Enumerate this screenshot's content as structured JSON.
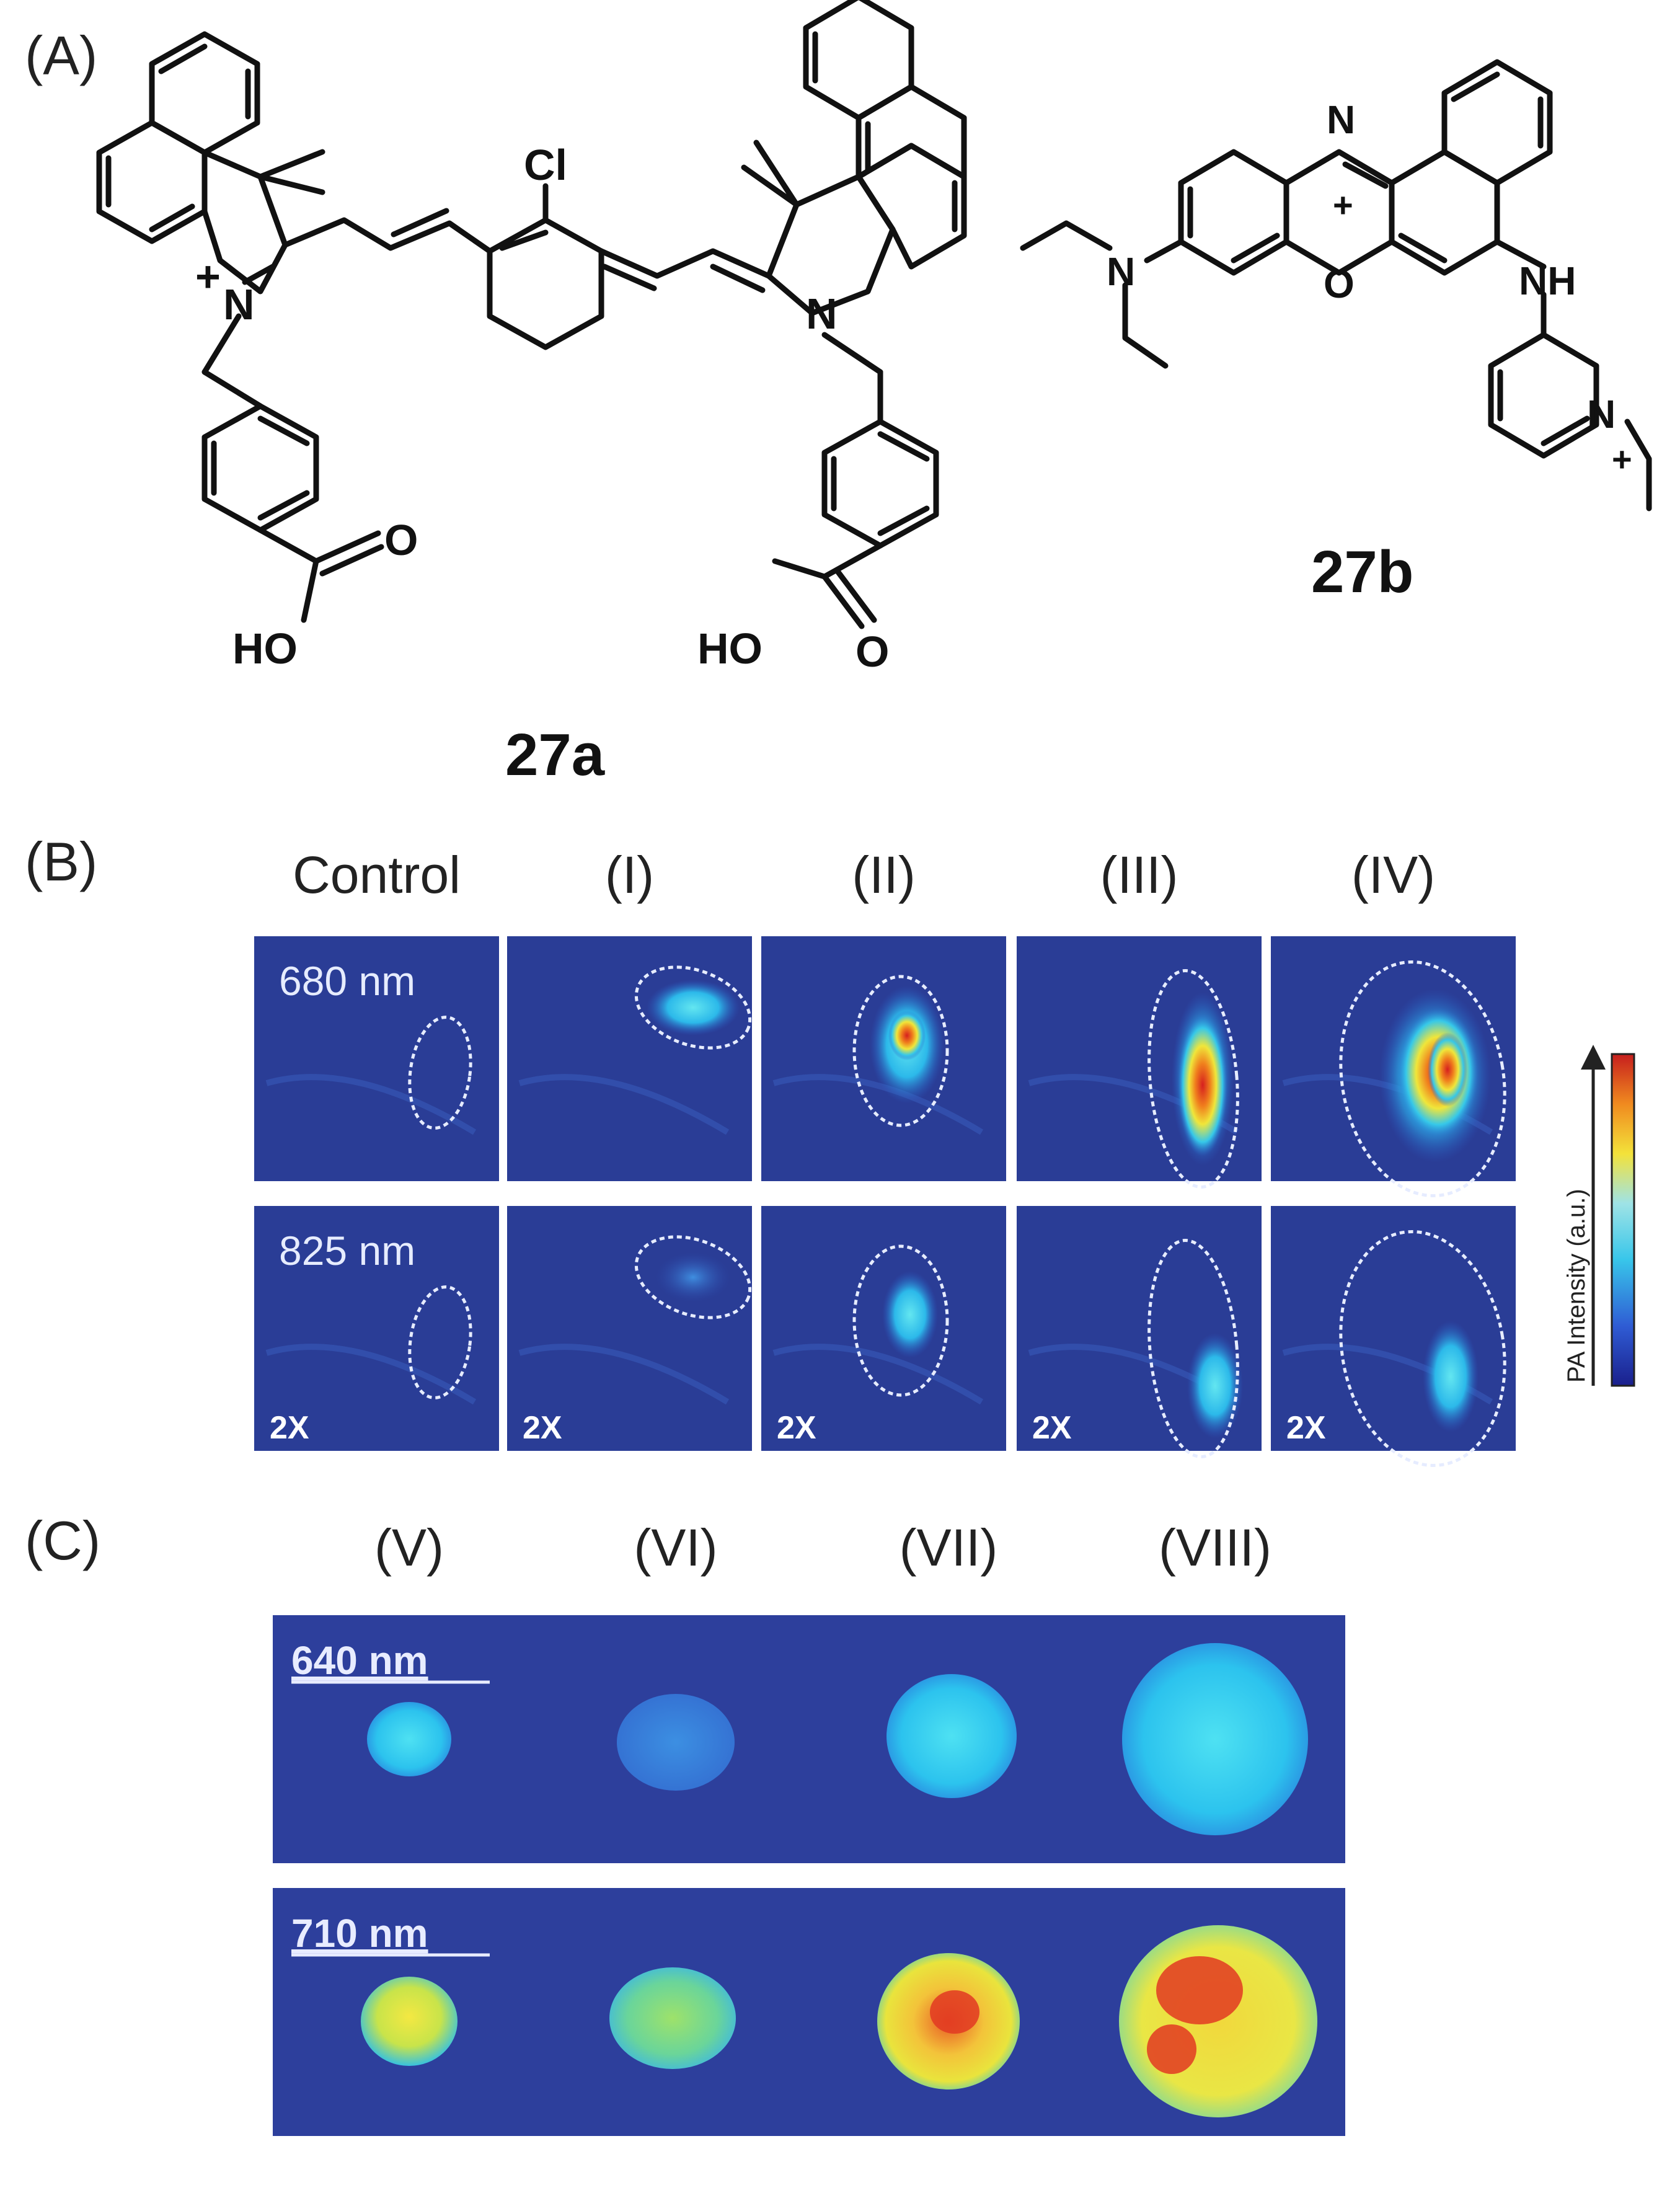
{
  "panel_a": {
    "label": "(A)",
    "compound_a": {
      "name": "27a",
      "atoms": {
        "n_plus": "N",
        "charge_plus": "+",
        "n": "N",
        "cl": "Cl",
        "oh_left": "HO",
        "o_left": "O",
        "oh_right": "HO",
        "o_right": "O"
      }
    },
    "compound_b": {
      "name": "27b",
      "atoms": {
        "n_top": "N",
        "o_ring": "O",
        "charge_ring": "+",
        "n_amine": "N",
        "nh": "NH",
        "n_pyridinium": "N",
        "charge_pyr": "+"
      }
    }
  },
  "panel_b": {
    "label": "(B)",
    "columns": [
      "Control",
      "(I)",
      "(II)",
      "(III)",
      "(IV)"
    ],
    "row_labels": [
      "680 nm",
      "825 nm"
    ],
    "zoom_label": "2X",
    "colorbar_label": "PA Intensity (a.u.)",
    "colors": {
      "background": "#2a3d96",
      "low": "#2f3f9a",
      "mid": "#33c6ea",
      "high": "#e02828"
    }
  },
  "panel_c": {
    "label": "(C)",
    "columns": [
      "(V)",
      "(VI)",
      "(VII)",
      "(VIII)"
    ],
    "row_labels": [
      "640 nm",
      "710 nm"
    ],
    "colors": {
      "background": "#2d3f9c"
    }
  }
}
